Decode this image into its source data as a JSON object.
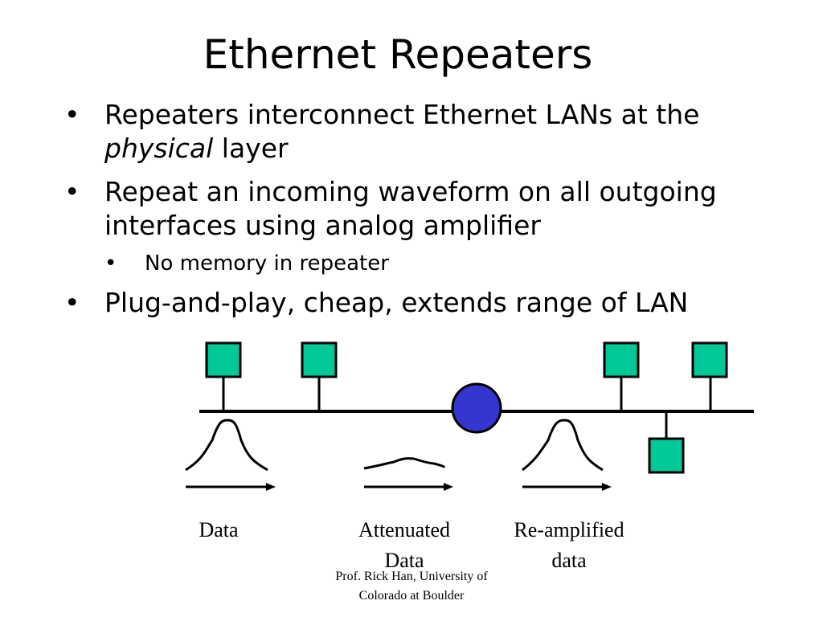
{
  "slide": {
    "title": "Ethernet Repeaters",
    "bullets": [
      {
        "marker": "•",
        "text_part1": "Repeaters interconnect Ethernet LANs at the ",
        "text_italic": "physical",
        "text_part2": " layer"
      },
      {
        "marker": "•",
        "text": "Repeat an incoming waveform on all outgoing interfaces using analog amplifier"
      },
      {
        "marker": "•",
        "text": "No memory in repeater"
      },
      {
        "marker": "•",
        "text": "Plug-and-play, cheap, extends range of LAN"
      }
    ],
    "footer_line1": "Prof. Rick Han, University of",
    "footer_line2": "Colorado at Boulder"
  },
  "diagram": {
    "colors": {
      "host_fill": "#00c896",
      "repeater_fill": "#3535d0",
      "line": "#000000"
    },
    "captions": {
      "data": "Data",
      "attenuated_line1": "Attenuated",
      "attenuated_line2": "Data",
      "reamplified_line1": "Re-amplified",
      "reamplified_line2": "data"
    }
  }
}
